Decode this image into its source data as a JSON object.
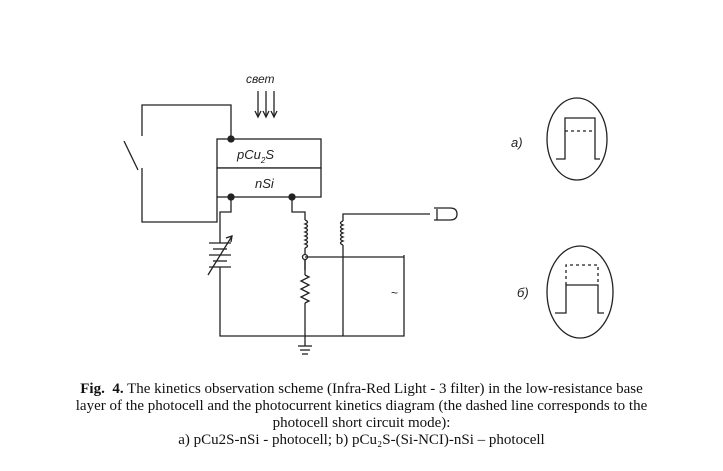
{
  "diagram": {
    "light_label": "свет",
    "layer_top": "pCu2S",
    "layer_top_main": "pCu",
    "layer_top_sub": "2",
    "layer_top_end": "S",
    "layer_bottom": "nSi",
    "panel_a_label": "а)",
    "panel_b_label": "б)",
    "ac_symbol": "~"
  },
  "caption": {
    "fig_label": "Fig.",
    "fig_number": "4.",
    "line1": "The kinetics observation scheme (Infra-Red Light - 3 filter) in the low-resistance base",
    "line2": "layer of the photocell and the photocurrent kinetics diagram (the dashed line corresponds to the",
    "line3": "photocell short circuit mode):",
    "line4": "a) pCu2S-nSi - photocell; b) pCu₂S-(Si-NCI)-nSi – photocell"
  }
}
